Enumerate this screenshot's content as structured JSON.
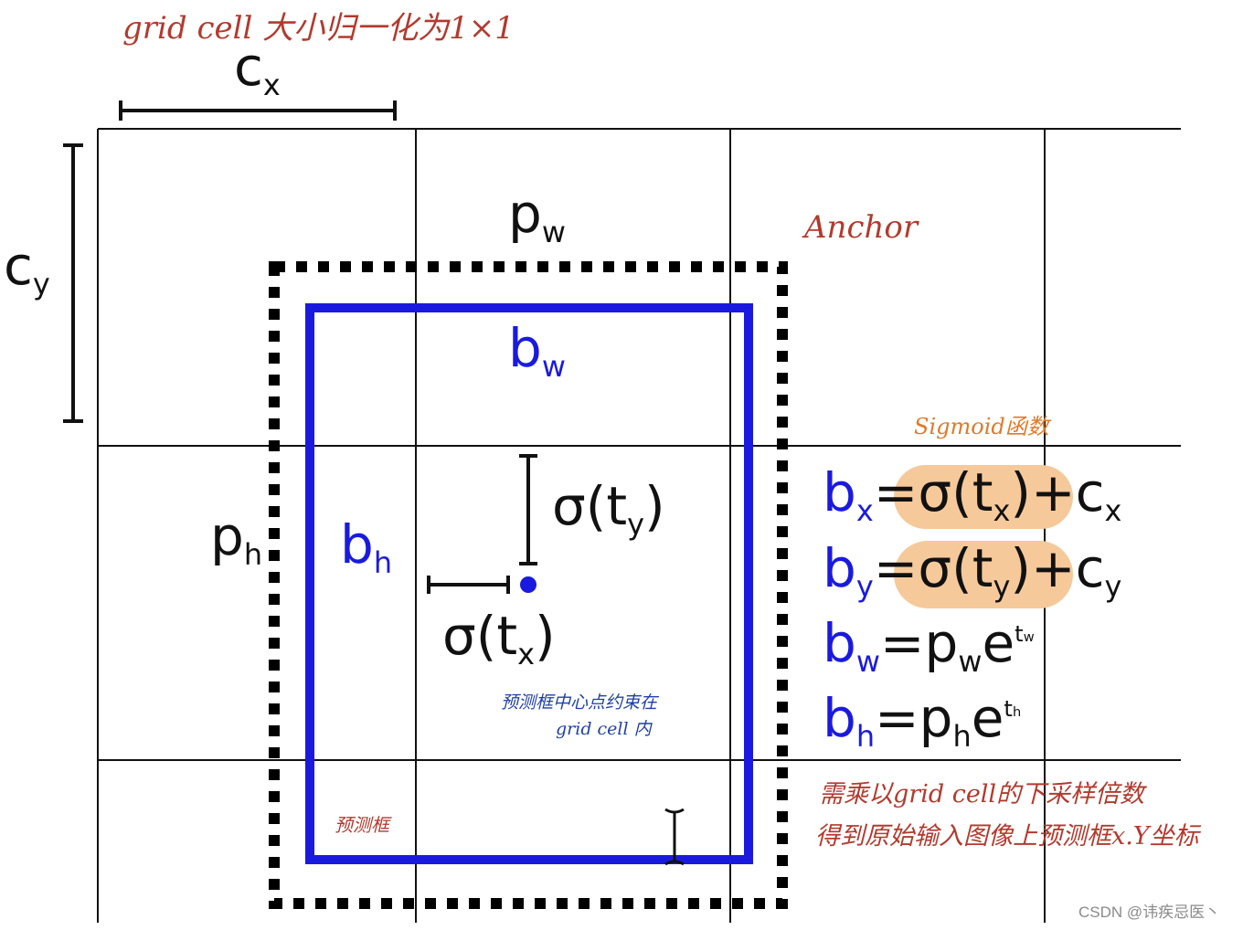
{
  "top_note": "grid cell 大小归一化为1×1",
  "cx_label": {
    "main": "c",
    "sub": "x"
  },
  "cy_label": {
    "main": "c",
    "sub": "y"
  },
  "pw_label": {
    "main": "p",
    "sub": "w"
  },
  "ph_label": {
    "main": "p",
    "sub": "h"
  },
  "bw_label": {
    "main": "b",
    "sub": "w"
  },
  "bh_label": {
    "main": "b",
    "sub": "h"
  },
  "anchor_note": "Anchor",
  "sigmoid_note": "Sigmoid函数",
  "sigma_ty": {
    "pre": "σ(t",
    "sub": "y",
    "post": ")"
  },
  "sigma_tx": {
    "pre": "σ(t",
    "sub": "x",
    "post": ")"
  },
  "center_note_line1": "预测框中心点约束在",
  "center_note_line2": "grid cell 内",
  "pred_box_note": "预测框",
  "equations": [
    {
      "lhs": "b",
      "lhs_sub": "x",
      "eq": "=",
      "fn": "σ(t",
      "fn_sub": "x",
      "fn_post": ")",
      "plus": "+c",
      "plus_sub": "x"
    },
    {
      "lhs": "b",
      "lhs_sub": "y",
      "eq": "=",
      "fn": "σ(t",
      "fn_sub": "y",
      "fn_post": ")",
      "plus": "+c",
      "plus_sub": "y"
    },
    {
      "lhs": "b",
      "lhs_sub": "w",
      "eq": "=",
      "p": "p",
      "p_sub": "w",
      "e": "e",
      "exp": "t",
      "exp_sub": "w"
    },
    {
      "lhs": "b",
      "lhs_sub": "h",
      "eq": "=",
      "p": "p",
      "p_sub": "h",
      "e": "e",
      "exp": "t",
      "exp_sub": "h"
    }
  ],
  "bottom_note_line1": "需乘以grid cell的下采样倍数",
  "bottom_note_line2": "得到原始输入图像上预测框x.Y坐标",
  "watermark": "CSDN @讳疾忌医丶",
  "colors": {
    "pred_box": "#1a1adf",
    "anchor_box": "#000000",
    "highlight": "#f6c99a",
    "note_red": "#b33a2e",
    "note_orange": "#e07a2a"
  }
}
